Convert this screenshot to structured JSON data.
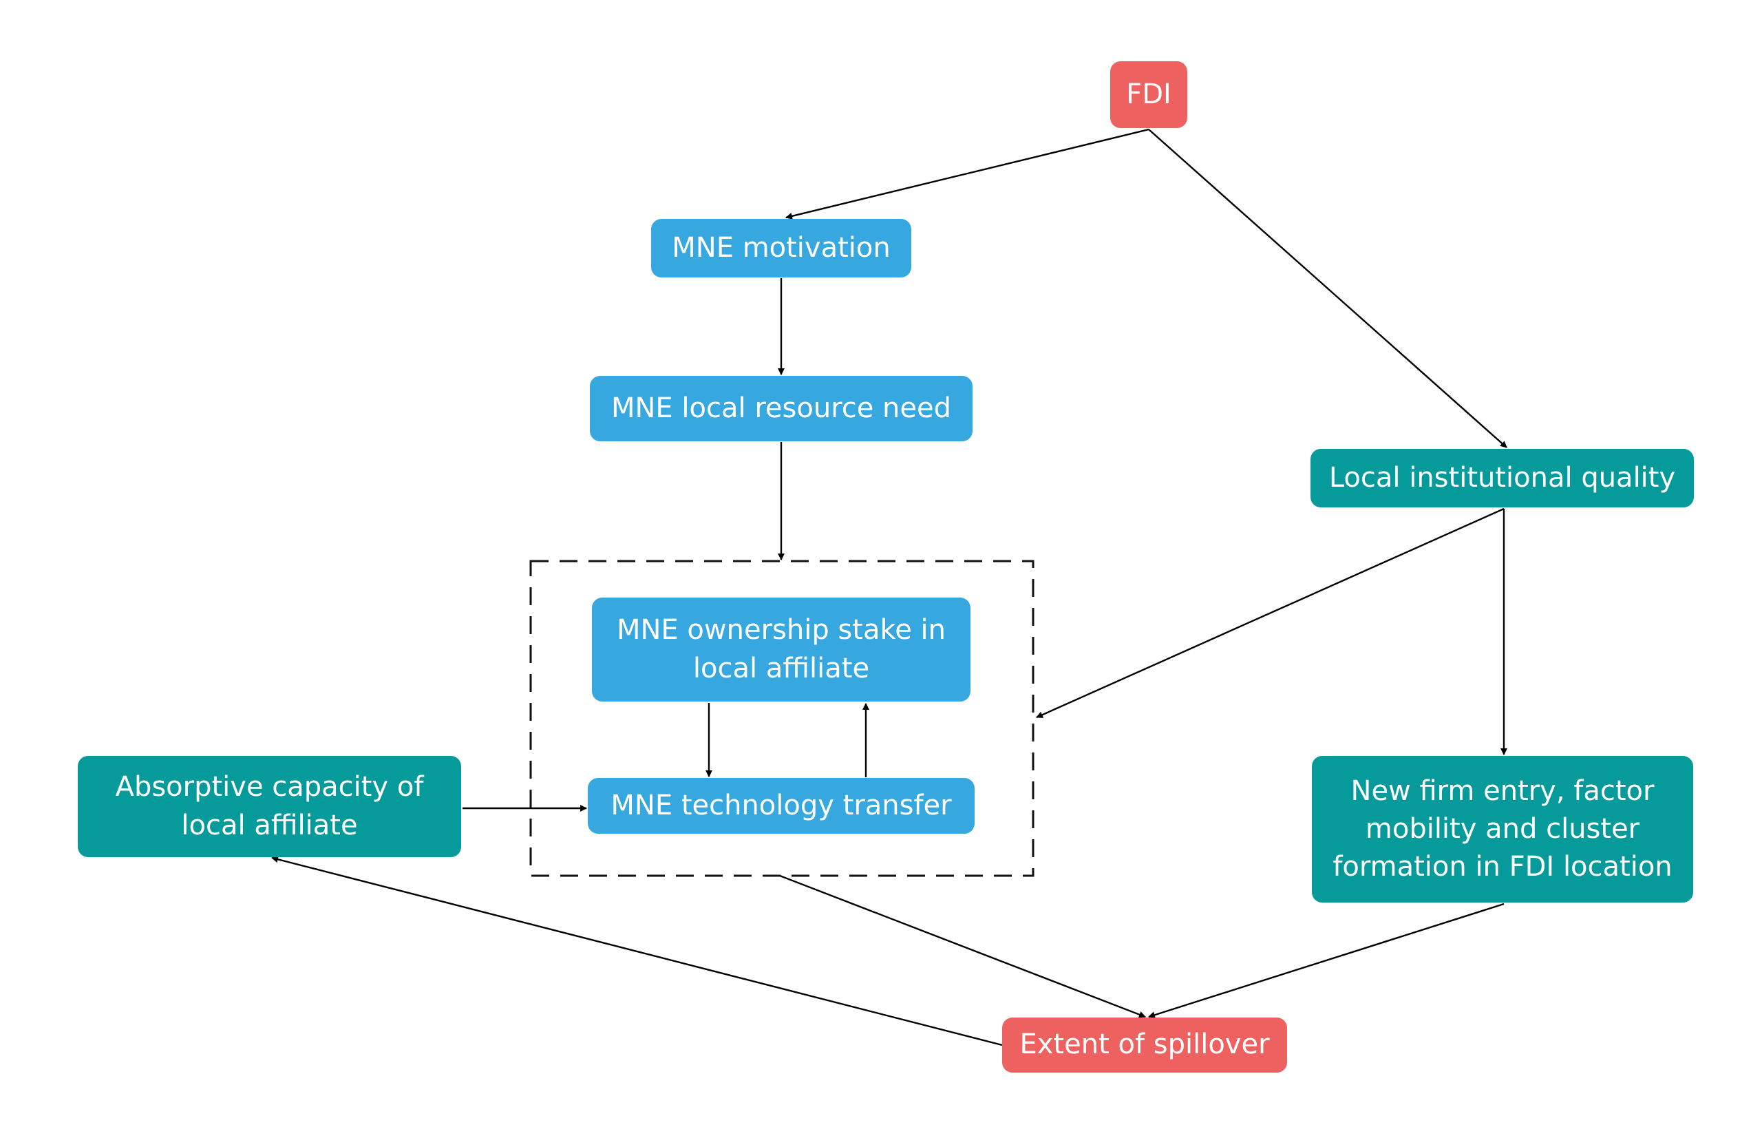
{
  "diagram": {
    "nodes": {
      "fdi": {
        "label": "FDI",
        "color": "#ed6160"
      },
      "motivation": {
        "label": "MNE motivation",
        "color": "#36a7df"
      },
      "resource": {
        "label": "MNE local resource need",
        "color": "#36a7df"
      },
      "ownership": {
        "label": "MNE ownership stake in local affiliate",
        "color": "#36a7df"
      },
      "tech": {
        "label": "MNE technology transfer",
        "color": "#36a7df"
      },
      "absorptive": {
        "label": "Absorptive capacity of local affiliate",
        "color": "#069a9a"
      },
      "institution": {
        "label": "Local institutional quality",
        "color": "#069a9a"
      },
      "newfirm": {
        "label": "New firm entry, factor mobility and cluster formation in FDI location",
        "color": "#069a9a"
      },
      "spillover": {
        "label": "Extent of spillover",
        "color": "#ed6160"
      }
    },
    "edges": [
      {
        "from": "fdi",
        "to": "motivation"
      },
      {
        "from": "fdi",
        "to": "institution"
      },
      {
        "from": "motivation",
        "to": "resource"
      },
      {
        "from": "resource",
        "to": "affiliate-group"
      },
      {
        "from": "ownership",
        "to": "tech"
      },
      {
        "from": "tech",
        "to": "ownership"
      },
      {
        "from": "institution",
        "to": "affiliate-group"
      },
      {
        "from": "institution",
        "to": "newfirm"
      },
      {
        "from": "absorptive",
        "to": "tech"
      },
      {
        "from": "affiliate-group",
        "to": "spillover"
      },
      {
        "from": "newfirm",
        "to": "spillover"
      },
      {
        "from": "spillover",
        "to": "absorptive"
      }
    ]
  }
}
